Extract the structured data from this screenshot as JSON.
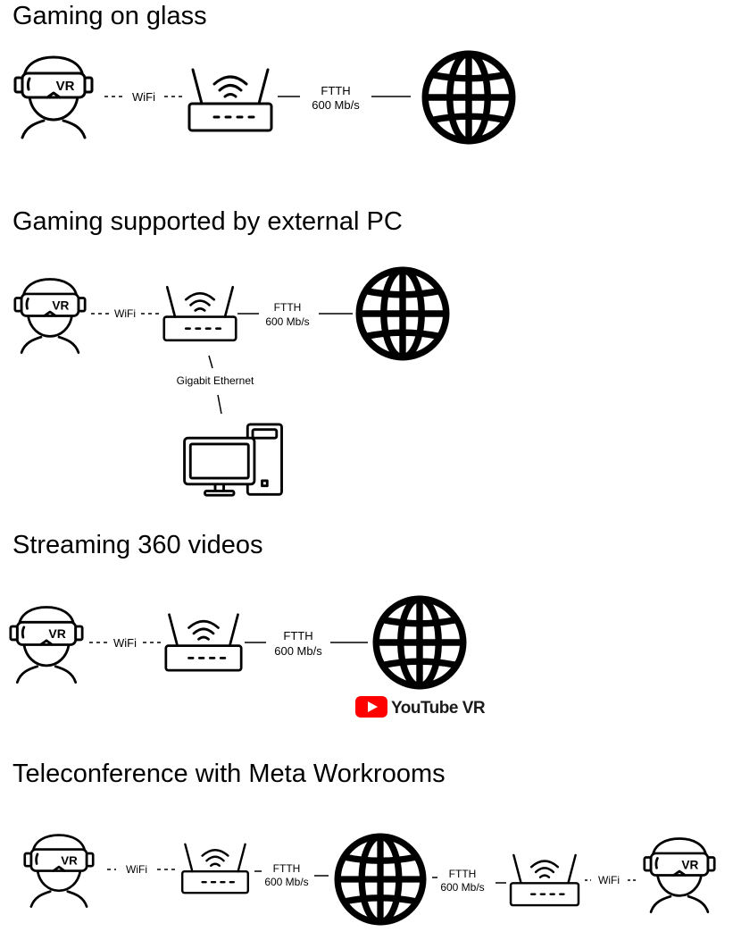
{
  "scenarios": [
    {
      "title": "Gaming on glass",
      "links": {
        "wifi": "WiFi",
        "ftth": "FTTH",
        "speed": "600 Mb/s"
      }
    },
    {
      "title": "Gaming supported by external PC",
      "links": {
        "wifi": "WiFi",
        "ftth": "FTTH",
        "speed": "600 Mb/s",
        "ethernet": "Gigabit Ethernet"
      }
    },
    {
      "title": "Streaming 360 videos",
      "links": {
        "wifi": "WiFi",
        "ftth": "FTTH",
        "speed": "600 Mb/s"
      },
      "brand": "YouTube VR"
    },
    {
      "title": "Teleconference with Meta Workrooms",
      "links_left": {
        "wifi": "WiFi",
        "ftth": "FTTH",
        "speed": "600 Mb/s"
      },
      "links_right": {
        "wifi": "WiFi",
        "ftth": "FTTH",
        "speed": "600 Mb/s"
      }
    }
  ],
  "headset_mark": "VR",
  "colors": {
    "stroke": "#000000",
    "youtube_red": "#ff0000"
  },
  "icons": [
    "vr-headset-user-icon",
    "wifi-router-icon",
    "globe-icon",
    "desktop-pc-icon",
    "youtube-play-icon"
  ]
}
